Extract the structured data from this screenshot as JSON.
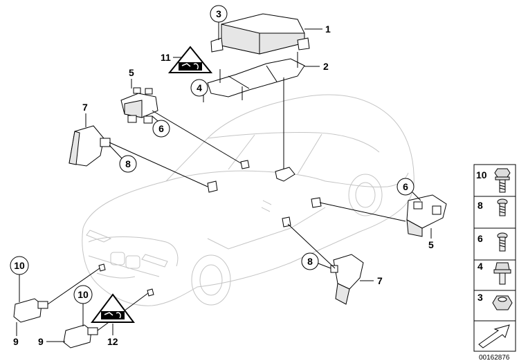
{
  "callouts": {
    "c1": "1",
    "c2": "2",
    "c3": "3",
    "c4": "4",
    "c5_top": "5",
    "c5_right": "5",
    "c6_top": "6",
    "c6_right": "6",
    "c7_left": "7",
    "c7_right": "7",
    "c8_left": "8",
    "c8_right": "8",
    "c9_a": "9",
    "c9_b": "9",
    "c10_a": "10",
    "c10_b": "10",
    "c11": "11",
    "c12": "12"
  },
  "legend": [
    {
      "num": "10",
      "icon": "hex-flange-bolt-icon"
    },
    {
      "num": "8",
      "icon": "screw-icon"
    },
    {
      "num": "6",
      "icon": "screw-icon"
    },
    {
      "num": "4",
      "icon": "collar-bolt-icon"
    },
    {
      "num": "3",
      "icon": "hex-nut-icon"
    }
  ],
  "document_number": "00162876"
}
